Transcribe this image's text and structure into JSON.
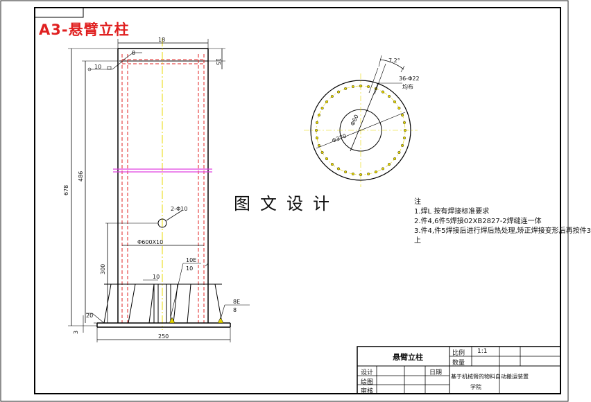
{
  "drawing": {
    "sheet_label": "A3-悬臂立柱",
    "watermark": "图文设计"
  },
  "dimensions": {
    "top_width": "18",
    "flange_thk": "15",
    "weld_top": "8",
    "weld_label": "10",
    "total_height": "678",
    "tube_height": "486",
    "lower_height": "300",
    "base_thk": "20",
    "bottom_gap": "3",
    "hole_note": "2-Φ10",
    "inner_dia": "Φ600X10",
    "rib": "10",
    "rib_weld": "10E",
    "rib_weld_b": "10",
    "gusset_weld": "8E",
    "gusset_weld_b": "8",
    "base_width": "250",
    "pc_angle": "7.2°",
    "pc_holes": "36-Φ22",
    "pc_hole_sub": "均布",
    "pc_inner": "Φ60",
    "pc_outer": "Φ370"
  },
  "notes": {
    "heading": "注",
    "line1": "1.焊L 按有焊接标准要求",
    "line2": "2.件4,6件5焊接02XB2827-2焊缝连一体",
    "line3": "3.件4,件5焊接后进行焊后热处理,矫正焊接变形后再按件3",
    "line4": "上"
  },
  "title_block": {
    "part_name": "悬臂立柱",
    "scale_label": "比例",
    "scale_value": "1:1",
    "qty_label": "数量",
    "designer": "设计",
    "drafter": "绘图",
    "checker": "审核",
    "date_label": "日期",
    "project": "基于机械臂的物料自动搬运装置",
    "school": "学院"
  }
}
